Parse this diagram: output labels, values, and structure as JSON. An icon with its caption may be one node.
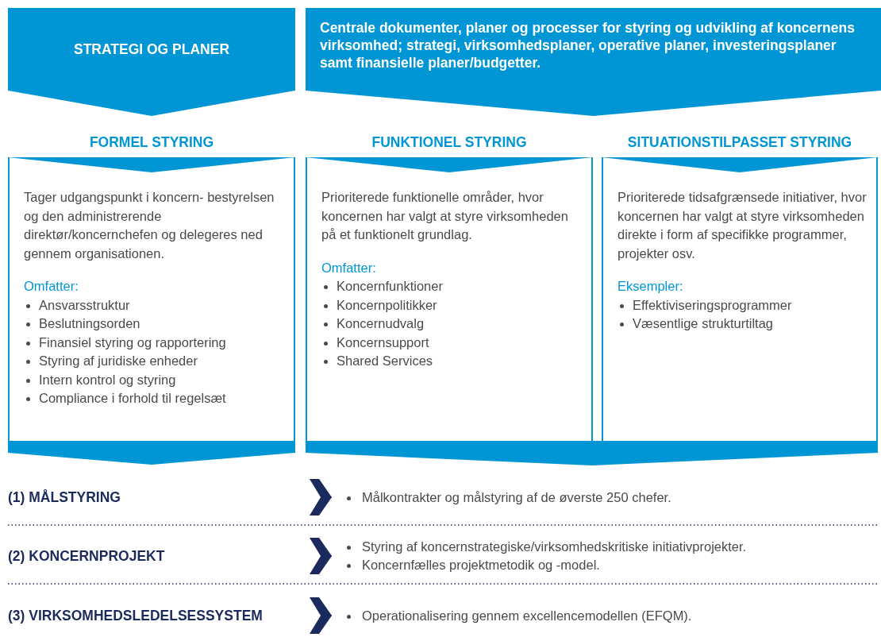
{
  "diagram": {
    "nodes": [
      {
        "text": [
          "STRATEGI OG PLANER"
        ]
      },
      {
        "text": [
          "Centrale dokumenter, planer og processer for styring og udvikling af koncernens virksomhed; strategi, virksomhedsplaner, operative planer, investeringsplaner samt finansielle planer/budgetter."
        ]
      },
      {
        "text": [
          "FORMEL STYRING",
          "Tager udgangspunkt i koncern- bestyrelsen og den administrerende direktør/koncernchefen og delegeres ned gennem organisationen.",
          "Omfatter:",
          "Ansvarsstruktur",
          "Beslutningsorden",
          "Finansiel styring og rapportering",
          "Styring af juridiske enheder",
          "Intern kontrol og styring",
          "Compliance i forhold til regelsæt"
        ]
      },
      {
        "text": [
          "FUNKTIONEL STYRING",
          "Prioriterede funktionelle områder, hvor koncernen har valgt at styre virksomheden på et funktionelt grundlag.",
          "Omfatter:",
          "Koncernfunktioner",
          "Koncernpolitikker",
          "Koncernudvalg",
          "Koncernsupport",
          "Shared Services"
        ]
      },
      {
        "text": [
          "SITUATIONSTILPASSET STYRING",
          "Prioriterede tidsafgrænsede initiativer, hvor koncernen har valgt at styre virksomheden direkte i form af specifikke programmer, projekter osv.",
          "Eksempler:",
          "Effektiviseringsprogrammer",
          "Væsentlige strukturtiltag"
        ]
      },
      {
        "text": [
          "(1) MÅLSTYRING"
        ]
      },
      {
        "text": [
          "Målkontrakter og målstyring af de øverste 250 chefer."
        ]
      },
      {
        "text": [
          "(2) KONCERNPROJEKT"
        ]
      },
      {
        "text": [
          "Styring af koncernstrategiske/virksomhedskritiske initiativprojekter.",
          "Koncernfælles projektmetodik og -model."
        ]
      },
      {
        "text": [
          "(3) VIRKSOMHEDSLEDELSESSYSTEM"
        ]
      },
      {
        "text": [
          "Operationalisering gennem excellencemodellen (EFQM)."
        ]
      },
      {
        "text": [],
        "shape": "bar"
      }
    ],
    "edges": [
      {
        "from": null,
        "to": 6,
        "arrow": "to"
      },
      {
        "from": null,
        "to": 8,
        "arrow": "to"
      },
      {
        "from": null,
        "to": 10,
        "arrow": "to"
      }
    ]
  }
}
